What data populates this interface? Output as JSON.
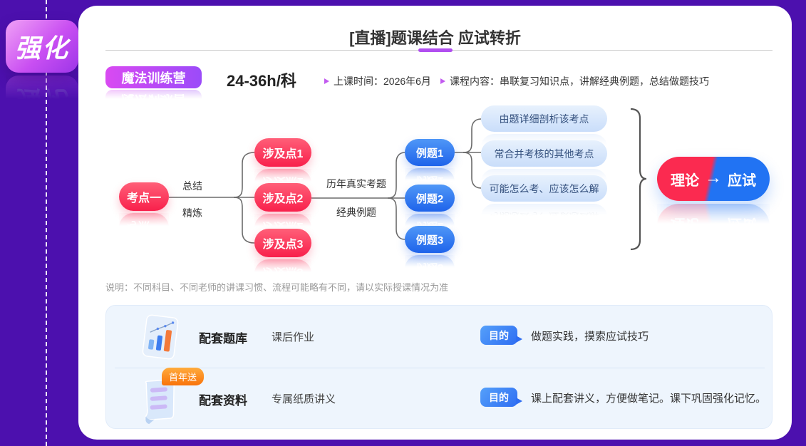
{
  "left_rail": {
    "stage_badge": "强化"
  },
  "header": {
    "title": "[直播]题课结合 应试转折",
    "camp_badge": "魔法训练营",
    "hours": "24-36h/科",
    "time_info": "上课时间：2026年6月",
    "content_info": "课程内容：串联复习知识点，讲解经典例题，总结做题技巧"
  },
  "flow": {
    "root": "考点一",
    "edge1_top": "总结",
    "edge1_bottom": "精炼",
    "level2": [
      "涉及点1",
      "涉及点2",
      "涉及点3"
    ],
    "edge2_top": "历年真实考题",
    "edge2_bottom": "经典例题",
    "level3": [
      "例题1",
      "例题2",
      "例题3"
    ],
    "level4": [
      "由题详细剖析该考点",
      "常合并考核的其他考点",
      "可能怎么考、应该怎么解"
    ],
    "result_left": "理论",
    "result_arrow": "→",
    "result_right": "应试"
  },
  "note": "说明：不同科目、不同老师的讲课习惯、流程可能略有不同，请以实际授课情况为准",
  "resources": [
    {
      "name": "配套题库",
      "desc": "课后作业",
      "purpose_label": "目的",
      "purpose": "做题实践，摸索应试技巧"
    },
    {
      "name": "配套资料",
      "desc": "专属纸质讲义",
      "purpose_label": "目的",
      "purpose": "课上配套讲义，方便做笔记。课下巩固强化记忆。",
      "tag": "首年送"
    }
  ],
  "colors": {
    "page_bg": "#4c10ae",
    "accent_purple": "#b14ef0",
    "pill_red": "#f8204b",
    "pill_blue": "#1e63ea",
    "pill_light_blue": "#cfe0fa",
    "badge_orange": "#f9730b",
    "panel_bg": "#eef5fd"
  }
}
